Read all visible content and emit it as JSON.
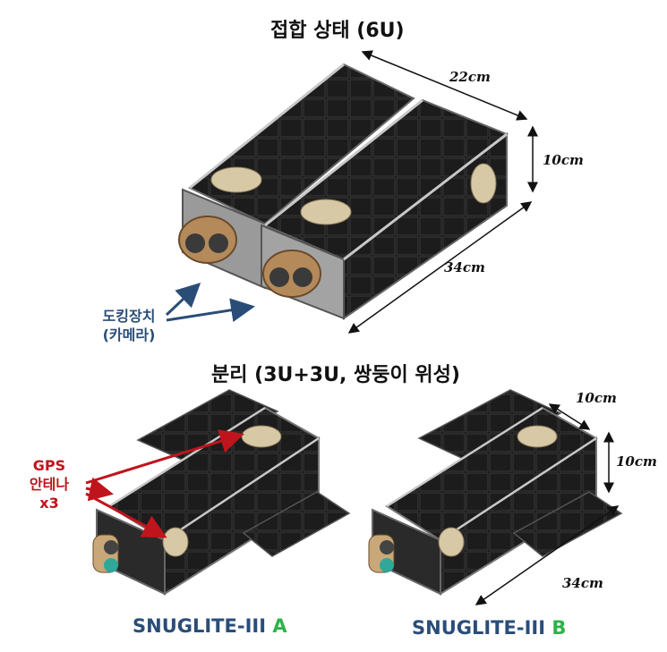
{
  "titles": {
    "stowed": "접합 상태 (6U)",
    "separated": "분리 (3U+3U, 쌍둥이 위성)"
  },
  "dimensions": {
    "top_length_a": "22cm",
    "top_height": "10cm",
    "top_length_b": "34cm",
    "bottom_width": "10cm",
    "bottom_height": "10cm",
    "bottom_length": "34cm"
  },
  "callouts": {
    "docking_line1": "도킹장치",
    "docking_line2": "(카메라)",
    "gps_line1": "GPS",
    "gps_line2": "안테나",
    "gps_line3": "x3"
  },
  "satellites": {
    "a_name": "SNUGLITE-III",
    "a_suffix": "A",
    "b_name": "SNUGLITE-III",
    "b_suffix": "B"
  },
  "colors": {
    "name_blue": "#2a4d78",
    "suffix_green": "#2db34a",
    "docking_arrow": "#2a4d78",
    "gps_arrow": "#c0141c",
    "panel_dark": "#121212",
    "frame_gray": "#8a8a8a",
    "antenna_tan": "#d8c9a6"
  }
}
